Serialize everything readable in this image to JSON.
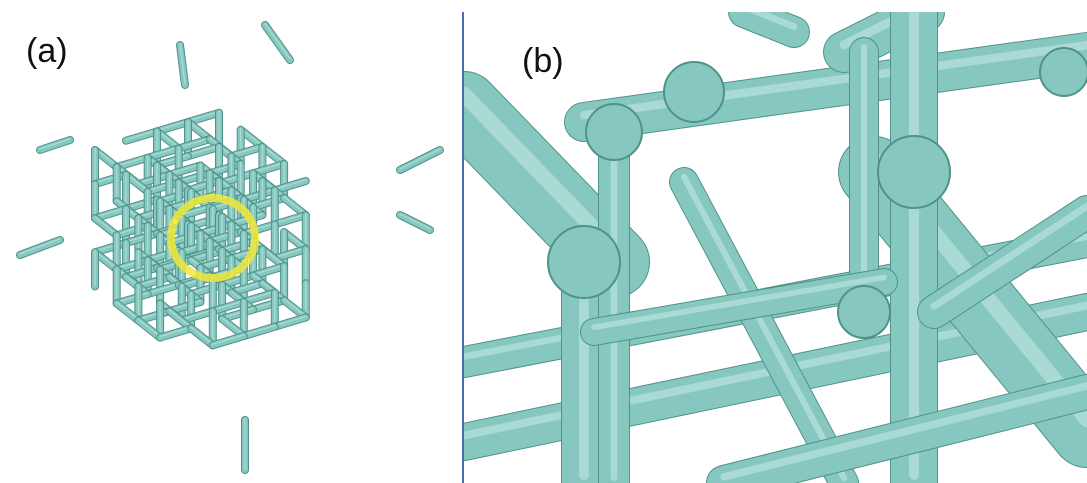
{
  "figure": {
    "panels": [
      {
        "id": "a",
        "label": "(a)",
        "content": "lattice-overview"
      },
      {
        "id": "b",
        "label": "(b)",
        "content": "lattice-closeup"
      }
    ],
    "colors": {
      "strut": "#86c8c0",
      "strut_dark": "#4f928a",
      "strut_light": "#b9e3dd",
      "highlight_ring": "#f0e83a",
      "divider": "#4a6fb0"
    },
    "icons": [
      "highlight-ring"
    ]
  }
}
